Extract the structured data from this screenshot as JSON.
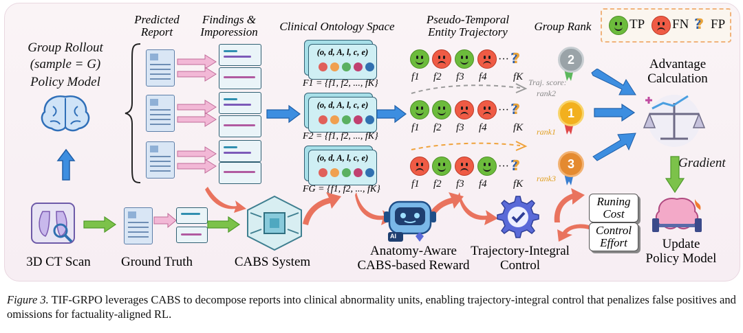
{
  "headers": {
    "predicted_report": "Predicted\nReport",
    "findings": "Findings &\nImporession",
    "ontology": "Clinical Ontology Space",
    "pseudo": "Pseudo-Temporal\nEntity Trajectory",
    "group_rank": "Group Rank"
  },
  "legend": {
    "tp": "TP",
    "fn": "FN",
    "fp": "FP"
  },
  "policy": {
    "line1": "Group Rollout",
    "line2": "(sample = G)",
    "line3": "Policy Model"
  },
  "ontology": {
    "tuple": "(o, d, A, l, c, e)",
    "f1": "F1 = {f1, f2, ..., fK}",
    "f2": "F2 = {f1, f2, ..., fK}",
    "fg": "FG = {f1, f2, ..., fK}"
  },
  "trajectories": [
    {
      "faces": [
        "g",
        "r",
        "g",
        "r"
      ],
      "rank_label": "rank2",
      "score_label": "Traj. score:"
    },
    {
      "faces": [
        "g",
        "g",
        "r",
        "r"
      ],
      "rank_label": "rank1",
      "score_label": ""
    },
    {
      "faces": [
        "r",
        "g",
        "r",
        "g"
      ],
      "rank_label": "rank3",
      "score_label": ""
    }
  ],
  "f_labels": [
    "f1",
    "f2",
    "f3",
    "f4",
    "fK"
  ],
  "ellipsis": "···",
  "medals": [
    "2",
    "1",
    "3"
  ],
  "right": {
    "advantage": "Advantage\nCalculation",
    "gradient": "Gradient",
    "update": "Update\nPolicy Model",
    "running_cost": "Runing\nCost",
    "control_effort": "Control\nEffort"
  },
  "bottom": {
    "ct": "3D CT Scan",
    "gt": "Ground Truth",
    "cabs": "CABS System",
    "reward": "Anatomy-Aware\nCABS-based Reward",
    "control": "Trajectory-Integral\nControl"
  },
  "robot_badge": "AI",
  "caption": {
    "prefix": "Figure 3.",
    "text": " TIF-GRPO leverages CABS to decompose reports into clinical abnormality units, enabling trajectory-integral control that penalizes false positives and omissions for factuality-aligned RL."
  },
  "colors": {
    "tp": "#6cbb3c",
    "fn": "#ef5b45",
    "fp": "#2d5ea8",
    "arrow_blue": "#2f7fd0",
    "arrow_red": "#e9735e",
    "arrow_green": "#7cc24a"
  }
}
